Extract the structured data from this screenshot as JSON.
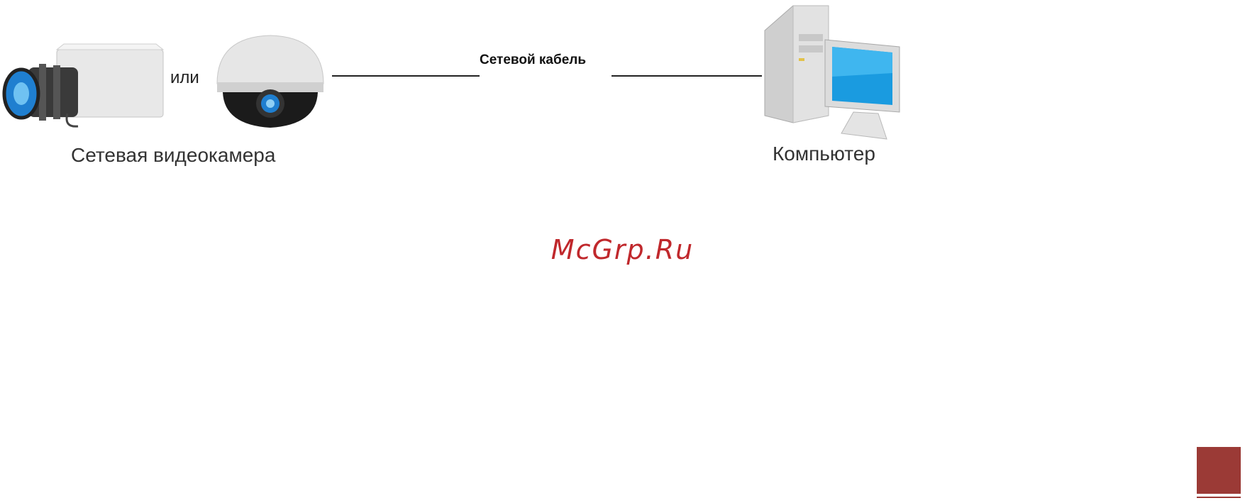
{
  "diagram": {
    "or_label": "или",
    "cable_label": "Сетевой кабель",
    "camera_label": "Сетевая видеокамера",
    "computer_label": "Компьютер"
  },
  "watermark": "McGrp.Ru",
  "colors": {
    "watermark": "#c0282c",
    "corner_block": "#9b3a36",
    "screen_blue": "#1a9be0",
    "lens_blue": "#1f7fd0"
  },
  "icons": [
    "box-camera-icon",
    "dome-camera-icon",
    "computer-icon"
  ]
}
